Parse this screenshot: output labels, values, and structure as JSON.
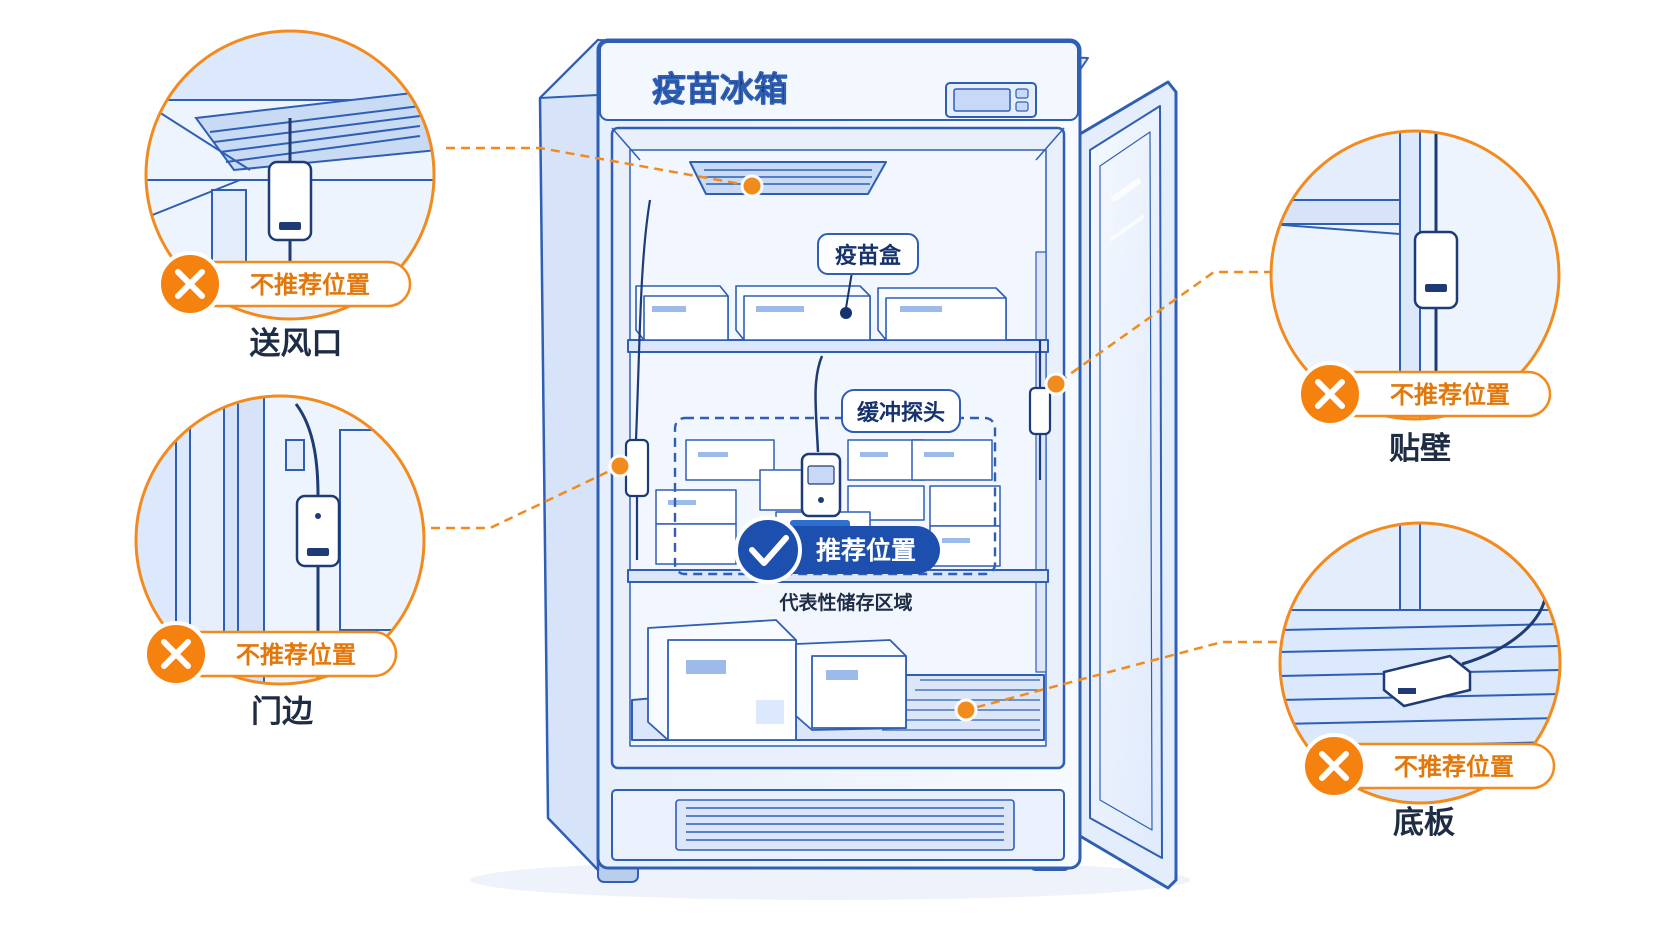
{
  "fridge": {
    "title": "疫苗冰箱",
    "display_icon": "digital-display-icon"
  },
  "callouts": {
    "vaccine_box": "疫苗盒",
    "buffer_probe": "缓冲探头",
    "recommended": "推荐位置",
    "zone": "代表性储存区域"
  },
  "wrong_positions": [
    {
      "badge": "不推荐位置",
      "caption": "送风口",
      "icon": "cross-icon"
    },
    {
      "badge": "不推荐位置",
      "caption": "门边",
      "icon": "cross-icon"
    },
    {
      "badge": "不推荐位置",
      "caption": "贴壁",
      "icon": "cross-icon"
    },
    {
      "badge": "不推荐位置",
      "caption": "底板",
      "icon": "cross-icon"
    }
  ],
  "recommended_icon": "check-icon",
  "colors": {
    "line": "#2f5fb5",
    "soft_blue": "#dce8fb",
    "pale_blue": "#eef4fd",
    "orange": "#f28b1e",
    "badge_orange": "#f5820f",
    "navy": "#16336e",
    "rec_blue": "#1d4fae"
  }
}
